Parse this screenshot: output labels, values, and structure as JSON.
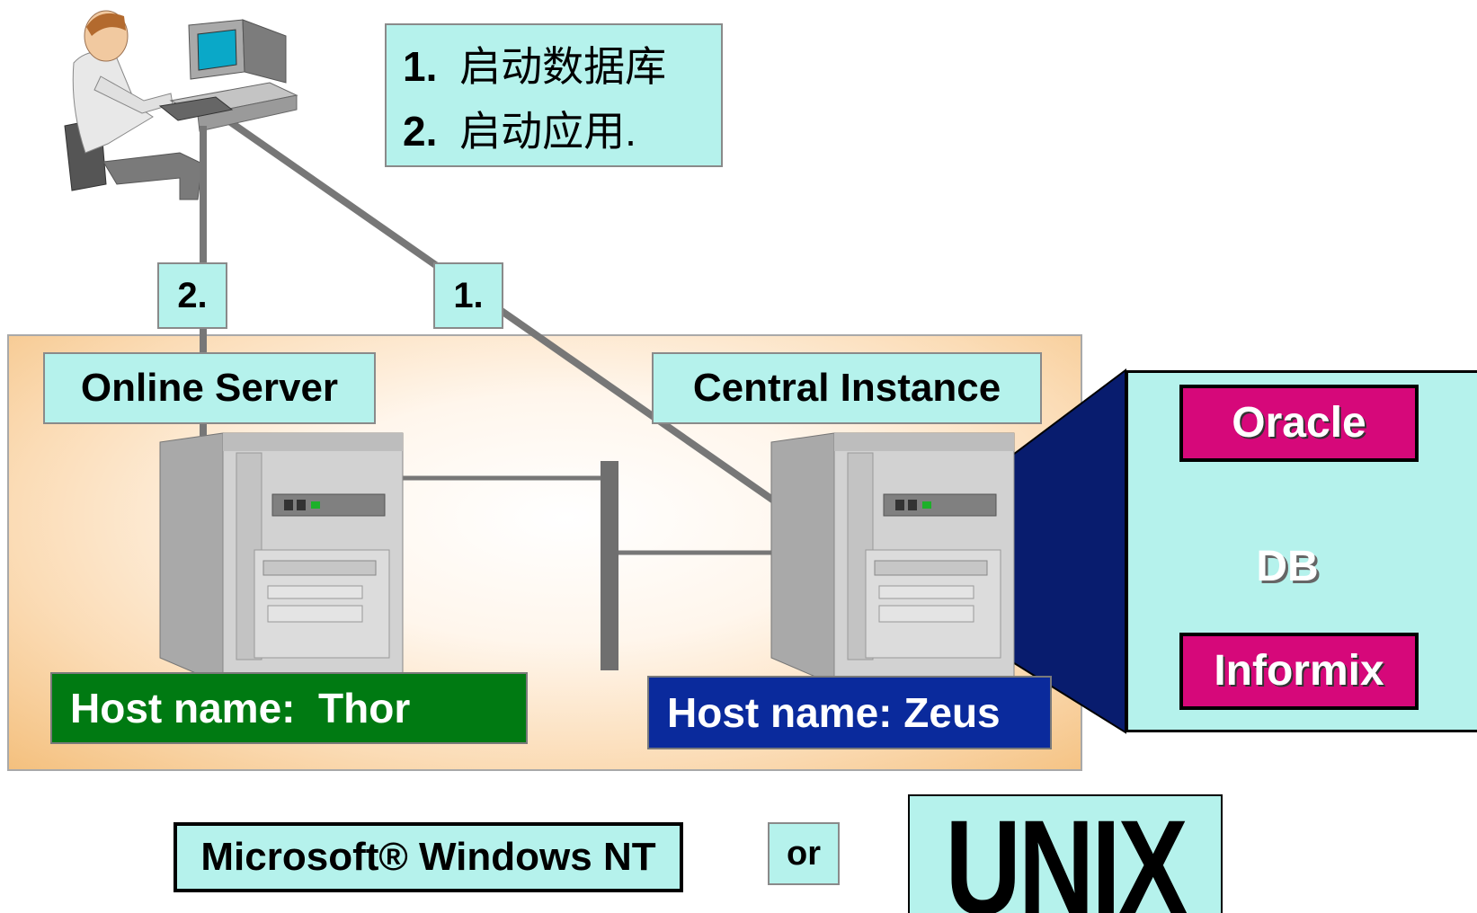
{
  "steps": {
    "step1": "1.",
    "step1_text": "启动数据库",
    "step2": "2.",
    "step2_text": "启动应用."
  },
  "conn": {
    "left_tag": "2.",
    "right_tag": "1."
  },
  "servers": {
    "online_server": "Online Server",
    "central_instance": "Central Instance",
    "host_thor": "Host name:  Thor",
    "host_zeus": "Host name: Zeus"
  },
  "db_panel": {
    "oracle": "Oracle",
    "db": "DB",
    "informix": "Informix"
  },
  "os": {
    "windows": "Microsoft® Windows NT",
    "or": "or",
    "unix": "UNIX"
  },
  "colors": {
    "cyan": "#b5f2ec",
    "green_host": "#007a12",
    "blue_host": "#0a2a9c",
    "magenta": "#d6087a",
    "navy": "#081c6e"
  }
}
